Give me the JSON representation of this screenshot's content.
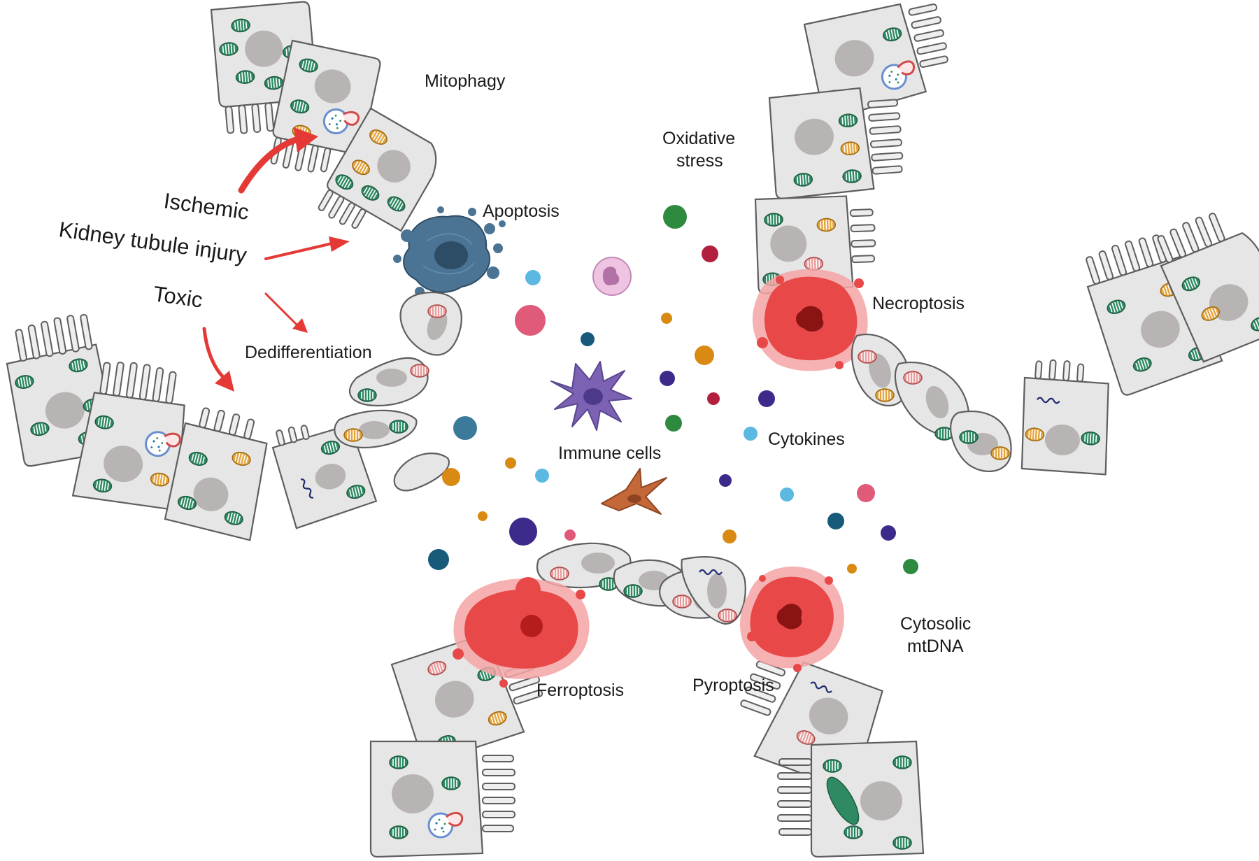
{
  "labels": {
    "mitophagy": "Mitophagy",
    "oxidative_stress_1": "Oxidative",
    "oxidative_stress_2": "stress",
    "apoptosis": "Apoptosis",
    "ischemic": "Ischemic",
    "kidney_tubule_injury": "Kidney tubule injury",
    "toxic": "Toxic",
    "dedifferentiation": "Dedifferentiation",
    "necroptosis": "Necroptosis",
    "immune_cells": "Immune cells",
    "cytokines": "Cytokines",
    "cytosolic_mtdna_1": "Cytosolic",
    "cytosolic_mtdna_2": "mtDNA",
    "ferroptosis": "Ferroptosis",
    "pyroptosis": "Pyroptosis"
  },
  "colors": {
    "arrow": "#e53935",
    "cell_fill": "#e6e6e6",
    "nucleus": "#b9b4b4",
    "mito_green": "#2f8a63",
    "mito_orange": "#e3a43d",
    "mito_pink": "#e89b9b",
    "apoptotic_cell": "#4a7394",
    "necrotic_cell": "#e84848",
    "dendritic_cell": "#7b62b3",
    "neutrophil": "#e7b3d8",
    "fibroblast": "#c4683a",
    "cytokine_palette": [
      "#2e8a3e",
      "#b3203e",
      "#d98a12",
      "#3e2a8a",
      "#5bb8e0",
      "#e05a7a",
      "#175a7a",
      "#3b7a9a"
    ]
  }
}
